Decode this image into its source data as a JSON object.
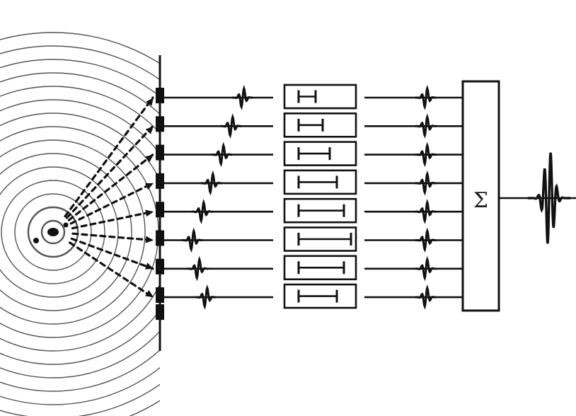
{
  "diagram": {
    "summer_symbol": "Σ",
    "channel_count": 8,
    "delay_steps": [
      1,
      2,
      3,
      4,
      5,
      6,
      5,
      4
    ],
    "colors": {
      "ink": "#111111",
      "box_fill": "#ffffff",
      "background": "#ffffff"
    }
  }
}
